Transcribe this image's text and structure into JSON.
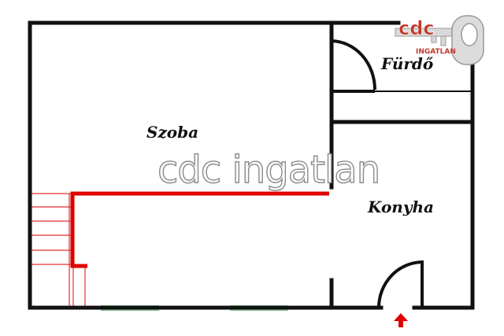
{
  "rooms": {
    "szoba": "Szoba",
    "furdo": "Fürdő",
    "konyha": "Konyha"
  },
  "watermark": {
    "text": "cdc ingatlan"
  },
  "logo": {
    "brand": "cdc",
    "sub": "INGATLAN",
    "brand_color": "#c0392b"
  },
  "colors": {
    "walls": "#111111",
    "partition": "#e00000",
    "stairs": "#e03030",
    "windows": "#8fc89a",
    "entry_arrow": "#e00000"
  },
  "icons": {
    "entry": "up-arrow-icon",
    "logo": "key-icon"
  }
}
